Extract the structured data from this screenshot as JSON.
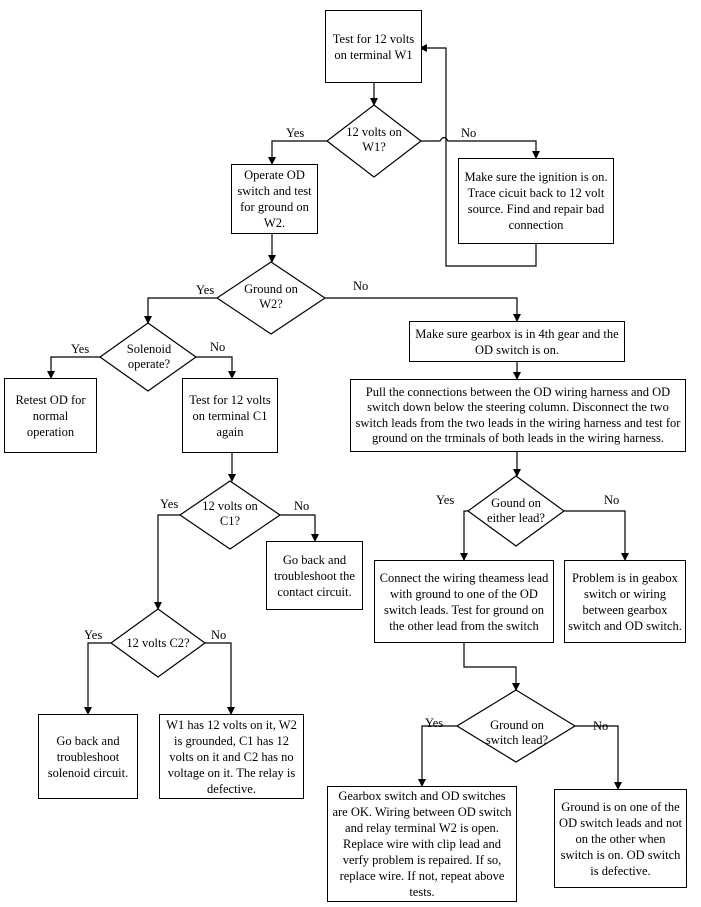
{
  "nodes": {
    "test_w1": "Test for 12 volts on terminal W1",
    "q_w1": "12 volts on W1?",
    "ignition": "Make sure the ignition is on. Trace cicuit back to 12 volt source.  Find and repair bad connection",
    "operate_od": "Operate OD switch and test for ground on W2.",
    "q_ground_w2": "Ground on W2?",
    "gearbox_4th": "Make sure gearbox is in 4th gear and the OD switch is on.",
    "pull_connections": "Pull the connections between the OD wiring harness and OD switch down below the steering column.  Disconnect the two switch leads from the two leads in the wiring harness and test for ground on the trminals of both leads in the wiring harness.",
    "q_solenoid": "Solenoid operate?",
    "retest_od": "Retest OD for normal operation",
    "test_c1": "Test for 12 volts on terminal C1 again",
    "q_c1": "12 volts on C1?",
    "contact_circuit": "Go back and troubleshoot the contact circuit.",
    "q_c2": "12 volts C2?",
    "solenoid_circuit": "Go back and troubleshoot solenoid circuit.",
    "relay_defective": "W1 has 12 volts on it, W2 is grounded, C1 has 12 volts on it and C2 has no voltage on it.  The relay is defective.",
    "q_either_lead": "Gound on either lead?",
    "connect_harness": "Connect the wiring theamess lead with ground to one of the OD switch leads.  Test for ground on the other lead from the switch",
    "gearbox_problem": "Problem is in geabox switch or wiring between gearbox switch and OD switch.",
    "q_switch_lead": "Ground on switch lead?",
    "switches_ok": "Gearbox switch and OD switches are OK.  Wiring between OD switch and relay terminal W2 is open.  Replace wire with clip lead and verfy problem is repaired.  If so, replace wire.  If not, repeat above tests.",
    "switch_defective": "Ground is on one of the OD switch leads and not on the other when switch is on.  OD switch is defective."
  },
  "labels": {
    "yes_w1": "Yes",
    "no_w1": "No",
    "yes_w2": "Yes",
    "no_w2": "No",
    "yes_solenoid": "Yes",
    "no_solenoid": "No",
    "yes_c1": "Yes",
    "no_c1": "No",
    "yes_c2": "Yes",
    "no_c2": "No",
    "yes_either": "Yes",
    "no_either": "No",
    "yes_switch": "Yes",
    "no_switch": "No"
  }
}
